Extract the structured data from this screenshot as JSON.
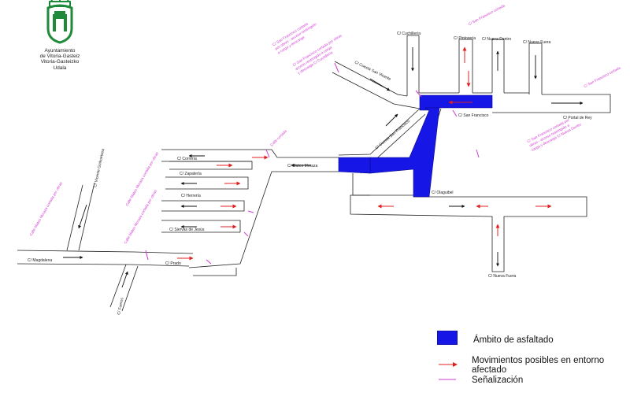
{
  "logo": {
    "line1": "Ayuntamiento",
    "line2": "de Vitoria-Gasteiz",
    "line3": "Vitoria-Gasteizko",
    "line4": "Udala"
  },
  "streets": {
    "cuchilleria": "C/ Cuchillería",
    "pintoreria": "C/ Pintorería",
    "nueva_dentro": "C/ Nueva Dentro",
    "nueva_fuera_top": "C/ Nueva Fuera",
    "cuesta_san_vicente": "C/ Cuesta San Vicente",
    "san_francisco": "C/ San Francisco",
    "portal_del_rey": "C/ Portal de Rey",
    "cuesta_san_francisco": "C/ Cuesta San Francisco",
    "mateo_moraza": "C/ Mateo Moraza",
    "olaguibel": "C/ Olaguibel",
    "nueva_fuera_bottom": "C/ Nueva Fuera",
    "cercheria": "C/ Correría",
    "zapateria": "C/ Zapatería",
    "herreria": "C/ Herrería",
    "siervas_de_jesus": "C/ Siervas de Jesús",
    "prado": "C/ Prado",
    "magdalena": "C/ Magdalena",
    "vicente_goikoetxea": "C/ Vicente Goikoetxea",
    "fueros": "C/ Fueros"
  },
  "notes": {
    "san_francisco_top": "C/ San Francisco cortada",
    "san_francisco_top2": "por obras - acceso restringido",
    "san_francisco_top3": "a carga y descarga",
    "san_francisco_mid": "C/ San Francisco cortada por obras",
    "san_francisco_mid2": "acceso restringido a carga",
    "san_francisco_mid3": "y descarga C/ Cuchillería",
    "san_francisco_right": "C/ San Francisco cortada",
    "portal_rey_note": "C/ San Francisco cortada por",
    "portal_rey_note2": "obras - acceso restringido a",
    "portal_rey_note3": "carga y descarga C/ Nueva Dentro",
    "calle_cortada": "Calle cortada",
    "mateo_moraza_note": "Calle Mateo Moraza cortada por obras",
    "zapateria_note": "Calle Mateo Moraza cortada por obras",
    "herreria_note": "Calle Mateo Moraza cortada por obras"
  },
  "legend": {
    "asphalt": "Ámbito de asfaltado",
    "movements": "Movimientos posibles en entorno afectado",
    "signage": "Señalización"
  },
  "colors": {
    "asphalt": "#1616e6",
    "arrow_allowed": "#e02020",
    "arrow_traffic": "#111111",
    "signage": "#d23ad2"
  }
}
